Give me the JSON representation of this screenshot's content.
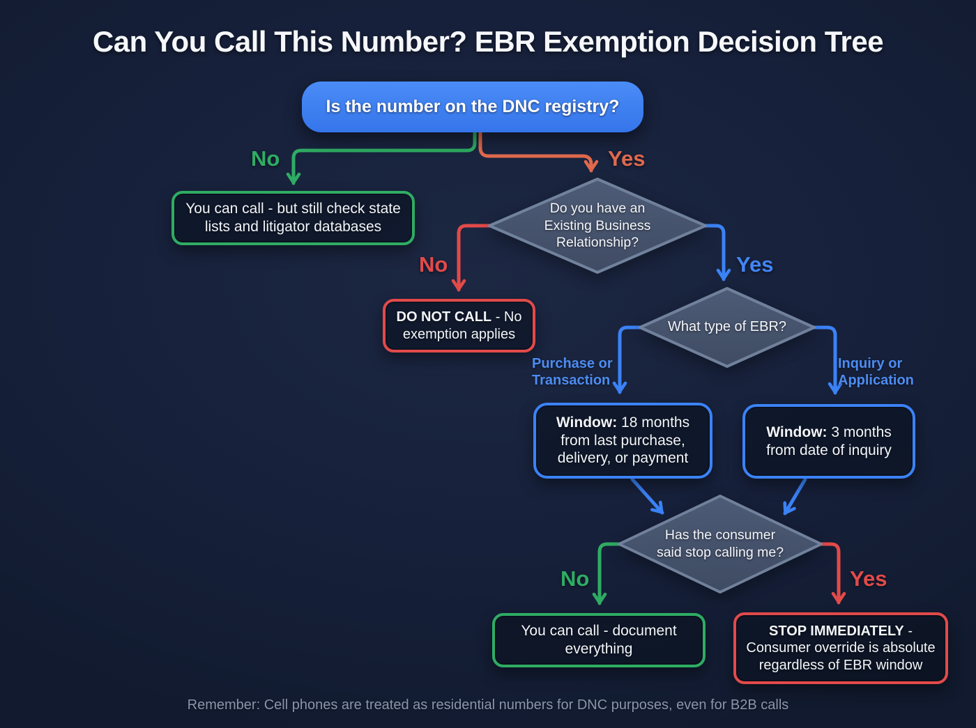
{
  "title": "Can You Call This Number? EBR Exemption Decision Tree",
  "footer": "Remember: Cell phones are treated as residential numbers for DNC purposes, even for B2B calls",
  "colors": {
    "background": "#16203a",
    "green": "#2fac63",
    "orange": "#e0694d",
    "red": "#e24a4a",
    "blue": "#3b82f6",
    "diamond_fill": "#4e5b74",
    "diamond_border": "#7687a1",
    "footer_text": "#8a96ab"
  },
  "nodes": {
    "start": {
      "label": "Is the number on the DNC registry?"
    },
    "check_state": {
      "text": "You can call - but still check state lists and litigator databases"
    },
    "ebr_question": {
      "lines": [
        "Do you have an",
        "Existing Business",
        "Relationship?"
      ]
    },
    "do_not_call": {
      "bold": "DO NOT CALL",
      "rest": " - No exemption applies"
    },
    "ebr_type": {
      "label": "What type of EBR?"
    },
    "window18": {
      "bold": "Window:",
      "rest": " 18 months from last purchase, delivery, or payment"
    },
    "window3": {
      "bold": "Window:",
      "rest": " 3 months from date of inquiry"
    },
    "stop_question": {
      "lines": [
        "Has the consumer",
        "said stop calling me?"
      ]
    },
    "can_call": {
      "text": "You can call - document everything"
    },
    "stop": {
      "bold": "STOP IMMEDIATELY",
      "rest": " - Consumer override is absolute regardless of EBR window"
    }
  },
  "edges": {
    "dnc_no": "No",
    "dnc_yes": "Yes",
    "ebr_no": "No",
    "ebr_yes": "Yes",
    "type_purchase": "Purchase or\nTransaction",
    "type_inquiry": "Inquiry or\nApplication",
    "stop_no": "No",
    "stop_yes": "Yes"
  }
}
